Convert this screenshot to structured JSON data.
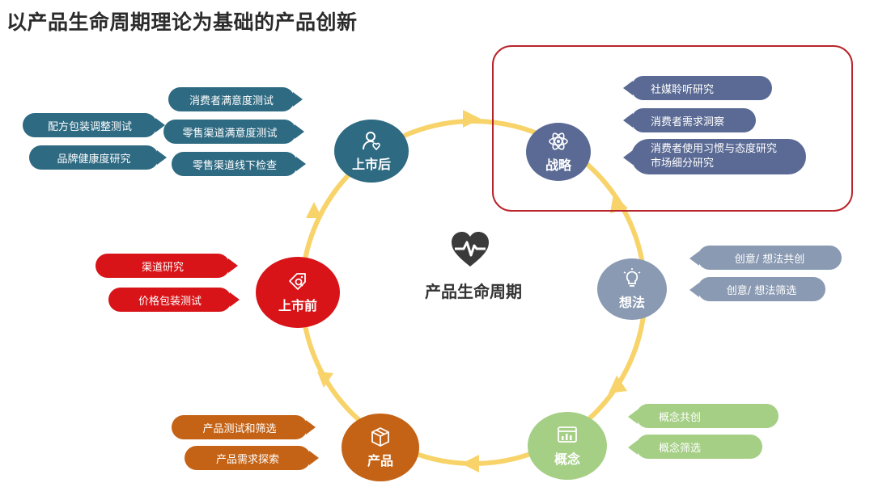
{
  "title": "以产品生命周期理论为基础的产品创新",
  "center": {
    "label": "产品生命周期",
    "icon": "heartbeat-icon"
  },
  "colors": {
    "ring": "#f7d36a",
    "after_launch": "#2e6a82",
    "strategy": "#5a6a94",
    "idea": "#8a9ab2",
    "concept": "#a5cf85",
    "product": "#c46316",
    "pre_launch": "#d81418",
    "highlight": "#b8242a"
  },
  "stages": {
    "after_launch": {
      "label": "上市后",
      "icon": "user-heart-icon",
      "tags": [
        "消费者满意度测试",
        "配方包装调整测试",
        "零售渠道满意度测试",
        "品牌健康度研究",
        "零售渠道线下检查"
      ]
    },
    "strategy": {
      "label": "战略",
      "icon": "atom-icon",
      "tags": [
        "社媒聆听研究",
        "消费者需求洞察",
        "消费者使用习惯与态度研究",
        "市场细分研究"
      ]
    },
    "idea": {
      "label": "想法",
      "icon": "lightbulb-icon",
      "tags": [
        "创意/ 想法共创",
        "创意/ 想法筛选"
      ]
    },
    "concept": {
      "label": "概念",
      "icon": "dashboard-icon",
      "tags": [
        "概念共创",
        "概念筛选"
      ]
    },
    "product": {
      "label": "产品",
      "icon": "box-icon",
      "tags": [
        "产品测试和筛选",
        "产品需求探索"
      ]
    },
    "pre_launch": {
      "label": "上市前",
      "icon": "price-tag-search-icon",
      "tags": [
        "渠道研究",
        "价格包装测试"
      ]
    }
  }
}
